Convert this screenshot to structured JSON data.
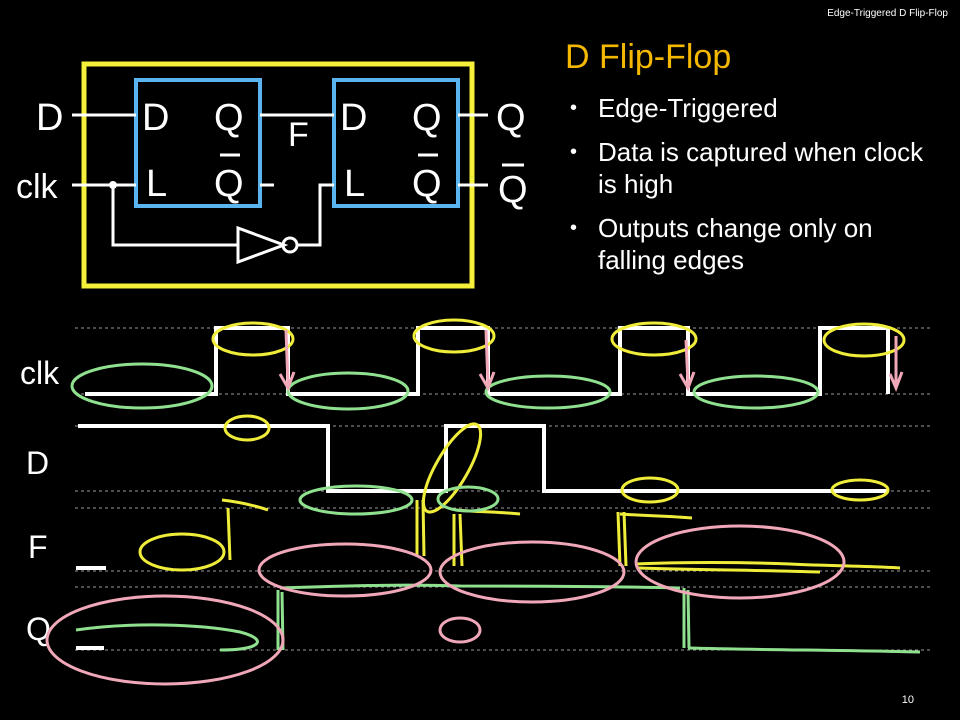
{
  "header": {
    "title": "Edge-Triggered D Flip-Flop",
    "page_number": "10"
  },
  "slide": {
    "heading": "D Flip-Flop",
    "bullets": [
      "Edge-Triggered",
      "Data is captured when clock is high",
      "Outputs change only on falling edges"
    ]
  },
  "circuit": {
    "inputs": {
      "d": "D",
      "clk": "clk"
    },
    "outputs": {
      "q": "Q",
      "qbar": "Q"
    },
    "internal_node": "F",
    "latch1": {
      "d": "D",
      "q": "Q",
      "l": "L",
      "qbar": "Q"
    },
    "latch2": {
      "d": "D",
      "q": "Q",
      "l": "L",
      "qbar": "Q"
    }
  },
  "timing": {
    "signals": [
      "clk",
      "D",
      "F",
      "Q"
    ]
  },
  "colors": {
    "wire": "#ffffff",
    "outer_box": "#f5f03a",
    "latch_box": "#5ab4f0",
    "heading": "#f5b800",
    "ann_yellow": "#f0ec3a",
    "ann_green": "#8fe08f",
    "ann_pink": "#f0a8b8"
  }
}
